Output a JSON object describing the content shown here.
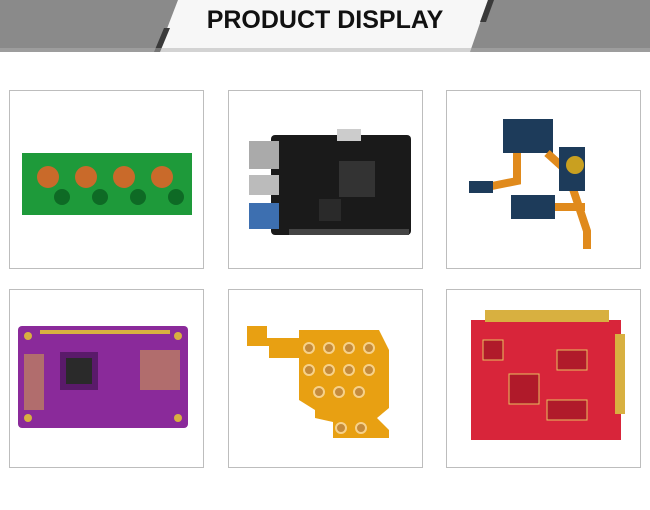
{
  "header": {
    "title": "PRODUCT DISPLAY"
  },
  "products": [
    {
      "name": "green-pcb-strip",
      "color": "#1e9a3a"
    },
    {
      "name": "black-single-board-computer",
      "color": "#1a1a1a"
    },
    {
      "name": "flex-rigid-pcb",
      "color": "#e08a1c"
    },
    {
      "name": "purple-pcb",
      "color": "#8a2a9a"
    },
    {
      "name": "yellow-flex-pcb",
      "color": "#e8a012"
    },
    {
      "name": "red-pcb",
      "color": "#d8253a"
    }
  ]
}
